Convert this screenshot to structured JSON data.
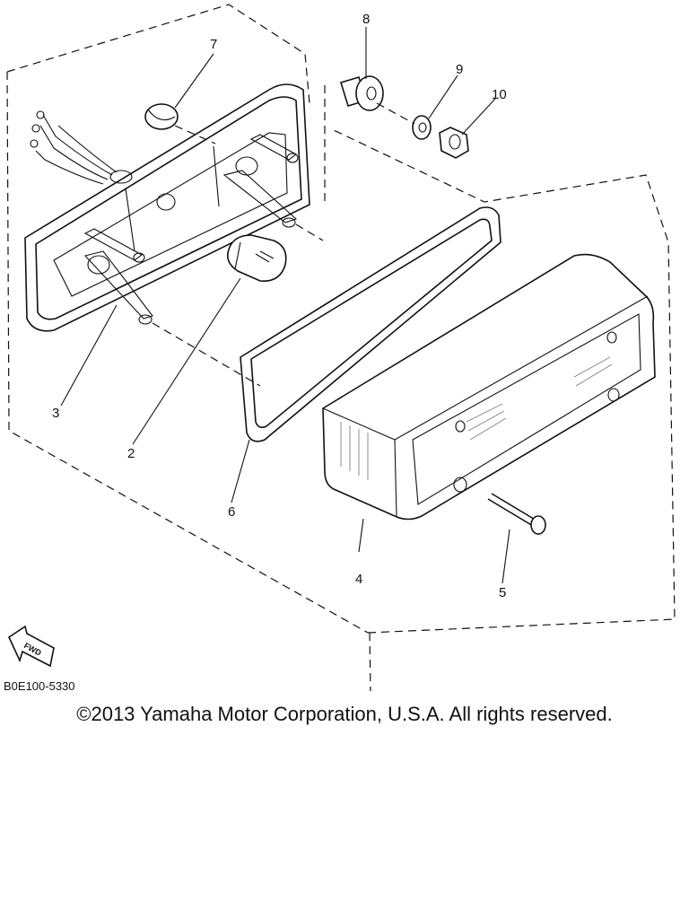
{
  "diagram": {
    "part_labels": [
      "2",
      "3",
      "4",
      "5",
      "6",
      "7",
      "8",
      "9",
      "10"
    ],
    "drawing_code": "B0E100-5330",
    "fwd_label": "FWD"
  },
  "copyright": "©2013 Yamaha Motor Corporation, U.S.A. All rights reserved."
}
